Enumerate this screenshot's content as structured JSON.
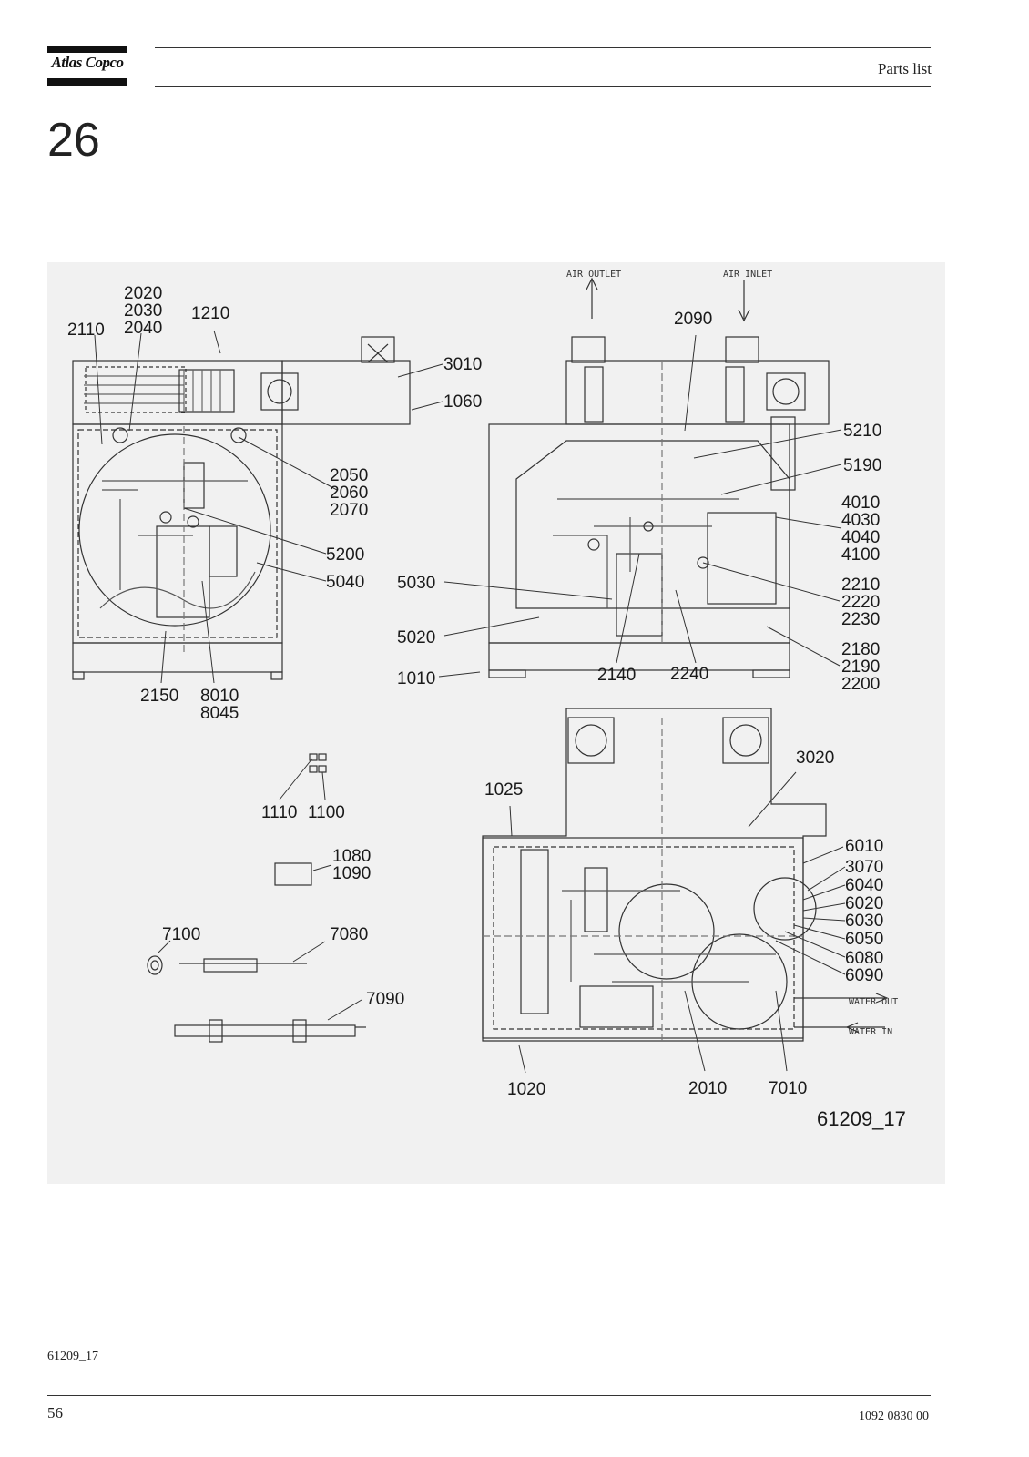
{
  "header": {
    "brand": "Atlas Copco",
    "title": "Parts list"
  },
  "section_number": "26",
  "figure": {
    "air_outlet": "AIR OUTLET",
    "air_inlet": "AIR INLET",
    "water_out": "WATER OUT",
    "water_in": "WATER IN",
    "figure_ref": "61209_17",
    "callouts": {
      "c2020": "2020",
      "c2030": "2030",
      "c2040": "2040",
      "c2110": "2110",
      "c1210": "1210",
      "c3010": "3010",
      "c1060": "1060",
      "c2050": "2050",
      "c2060": "2060",
      "c2070": "2070",
      "c5200": "5200",
      "c5040": "5040",
      "c2150": "2150",
      "c8010": "8010",
      "c8045": "8045",
      "c2090": "2090",
      "c5210": "5210",
      "c5190": "5190",
      "c4010": "4010",
      "c4030": "4030",
      "c4040": "4040",
      "c4100": "4100",
      "c5030": "5030",
      "c2210": "2210",
      "c2220": "2220",
      "c2230": "2230",
      "c5020": "5020",
      "c2180": "2180",
      "c2190": "2190",
      "c2200": "2200",
      "c1010": "1010",
      "c2140": "2140",
      "c2240": "2240",
      "c1110": "1110",
      "c1100": "1100",
      "c1080": "1080",
      "c1090": "1090",
      "c7100": "7100",
      "c7080": "7080",
      "c7090": "7090",
      "c3020": "3020",
      "c1025": "1025",
      "c6010": "6010",
      "c3070": "3070",
      "c6040": "6040",
      "c6020": "6020",
      "c6030": "6030",
      "c6050": "6050",
      "c6080": "6080",
      "c6090": "6090",
      "c1020": "1020",
      "c2010": "2010",
      "c7010": "7010"
    }
  },
  "footer": {
    "figure_ref": "61209_17",
    "page_number": "56",
    "document_number": "1092 0830 00"
  }
}
